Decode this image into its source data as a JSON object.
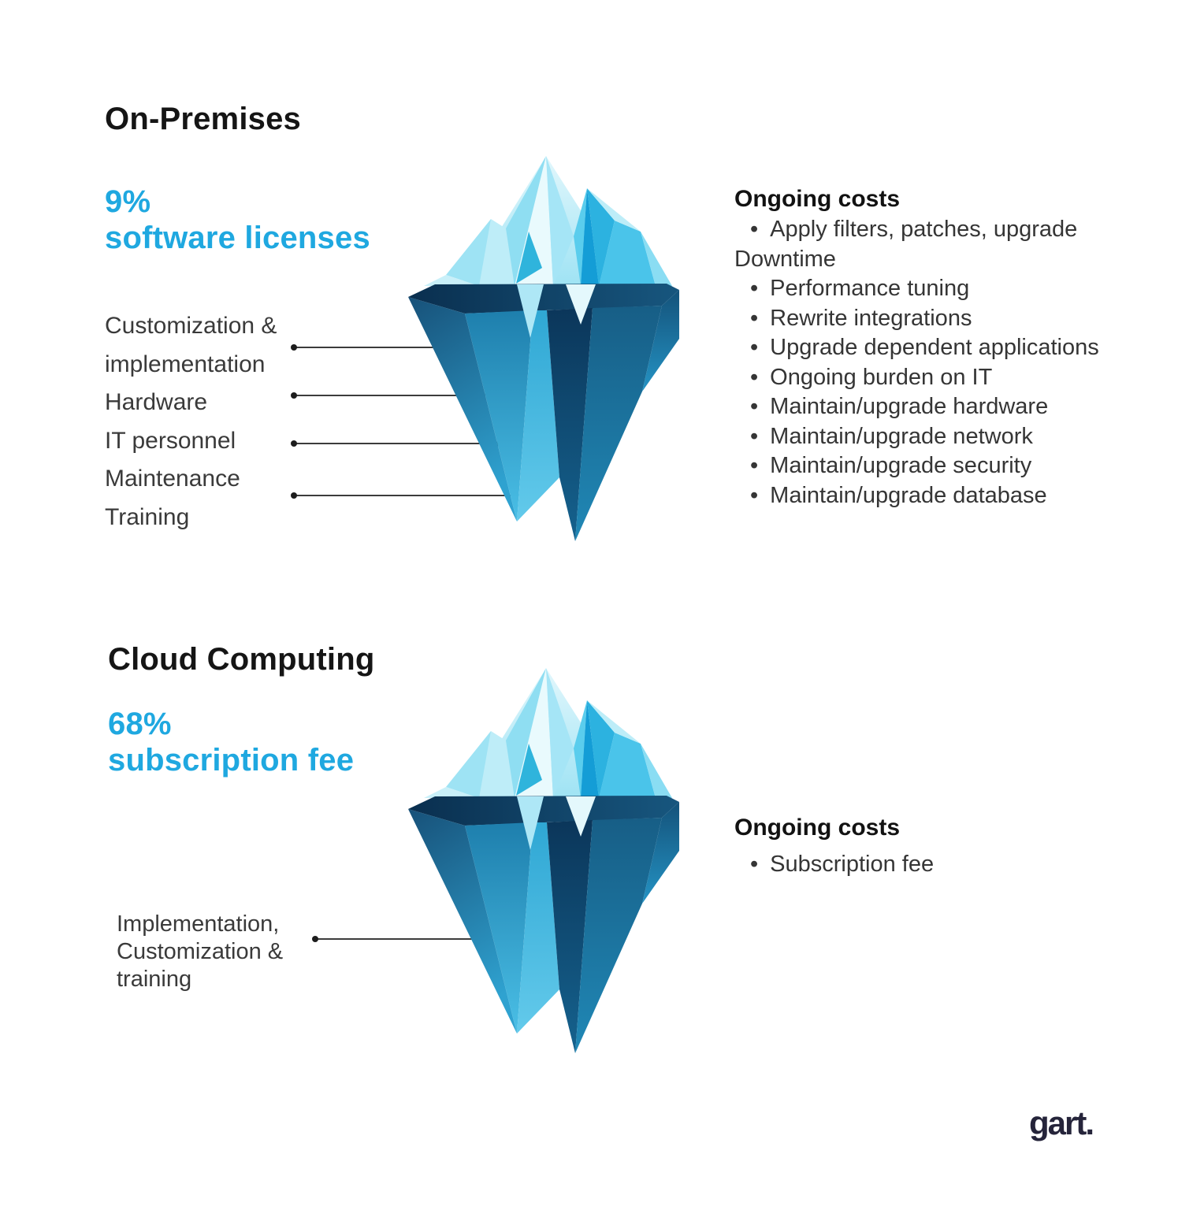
{
  "accent_color": "#1FA8E0",
  "on_premises": {
    "title": "On-Premises",
    "stat_value": "9%",
    "stat_label": "software licenses",
    "callout_label_lines": [
      "Customization &",
      "implementation",
      "Hardware",
      "IT personnel",
      "Maintenance",
      "Training"
    ],
    "ongoing": {
      "heading": "Ongoing costs",
      "items": [
        "Apply filters, patches, upgrade Downtime",
        "Performance tuning",
        "Rewrite integrations",
        "Upgrade dependent applications",
        "Ongoing burden on IT",
        "Maintain/upgrade hardware",
        "Maintain/upgrade network",
        "Maintain/upgrade security",
        "Maintain/upgrade database"
      ]
    }
  },
  "cloud_computing": {
    "title": "Cloud Computing",
    "stat_value": "68%",
    "stat_label": "subscription fee",
    "callout_label_lines": [
      "Implementation,",
      "Customization &",
      "training"
    ],
    "ongoing": {
      "heading": "Ongoing costs",
      "items": [
        "Subscription fee"
      ]
    }
  },
  "logo_text": "gart."
}
